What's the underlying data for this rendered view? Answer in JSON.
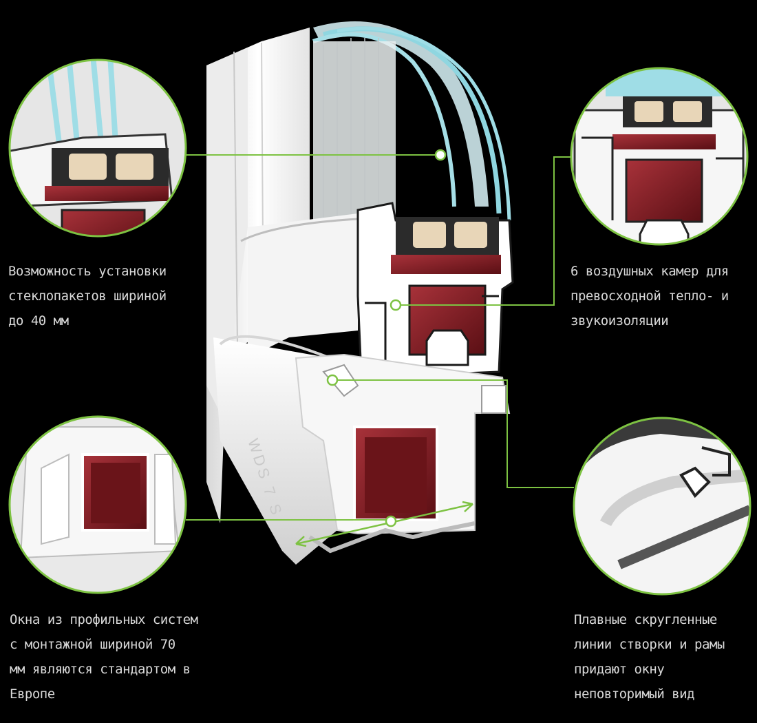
{
  "diagram": {
    "product_label": "WDS 7 S",
    "accent_color": "#7dc242",
    "profile_color": "#f2f2f2",
    "reinforcement_color": "#8a1f25",
    "seal_color": "#2a2a2a",
    "glass_color": "#8fd6e0"
  },
  "captions": {
    "top_left": [
      "Возможность установки",
      "стеклопакетов шириной",
      "до 40 мм"
    ],
    "top_right": [
      "6 воздушных камер для",
      "превосходной тепло- и",
      "звукоизоляции"
    ],
    "bottom_left": [
      "Окна из профильных систем",
      "с монтажной шириной 70",
      "мм являются стандартом в",
      "Европе"
    ],
    "bottom_right": [
      "Плавные скругленные",
      "линии створки и рамы",
      "придают окну",
      "неповторимый вид"
    ]
  }
}
